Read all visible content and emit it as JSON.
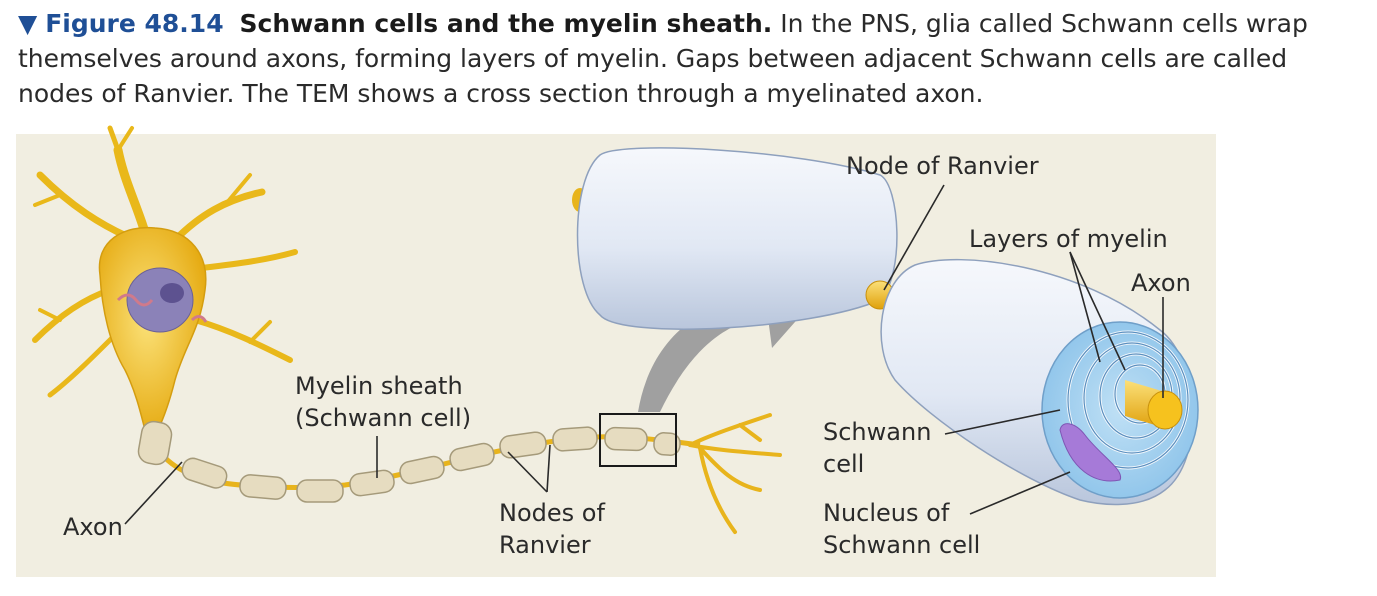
{
  "caption": {
    "marker": "▼",
    "figure_number": "Figure 48.14",
    "title": "Schwann cells and the myelin sheath.",
    "text": "In the PNS, glia called Schwann cells wrap themselves around axons, forming layers of myelin. Gaps between adjacent Schwann cells are called nodes of Ranvier. The TEM shows a cross section through a myelinated axon."
  },
  "labels": {
    "myelin_sheath_line1": "Myelin sheath",
    "myelin_sheath_line2": "(Schwann cell)",
    "axon_left": "Axon",
    "nodes_line1": "Nodes of",
    "nodes_line2": "Ranvier",
    "node_of_ranvier": "Node of Ranvier",
    "layers_of_myelin": "Layers of myelin",
    "axon_right": "Axon",
    "schwann_line1": "Schwann",
    "schwann_line2": "cell",
    "nucleus_line1": "Nucleus of",
    "nucleus_line2": "Schwann cell"
  },
  "colors": {
    "caption_accent": "#1f4f96",
    "panel_bg": "#f1eee1",
    "neuron_yellow": "#f2c419",
    "myelin_blue": "#dfe6f3",
    "nucleus_purple": "#a67ad8",
    "arrow_gray": "#a0a0a0"
  }
}
